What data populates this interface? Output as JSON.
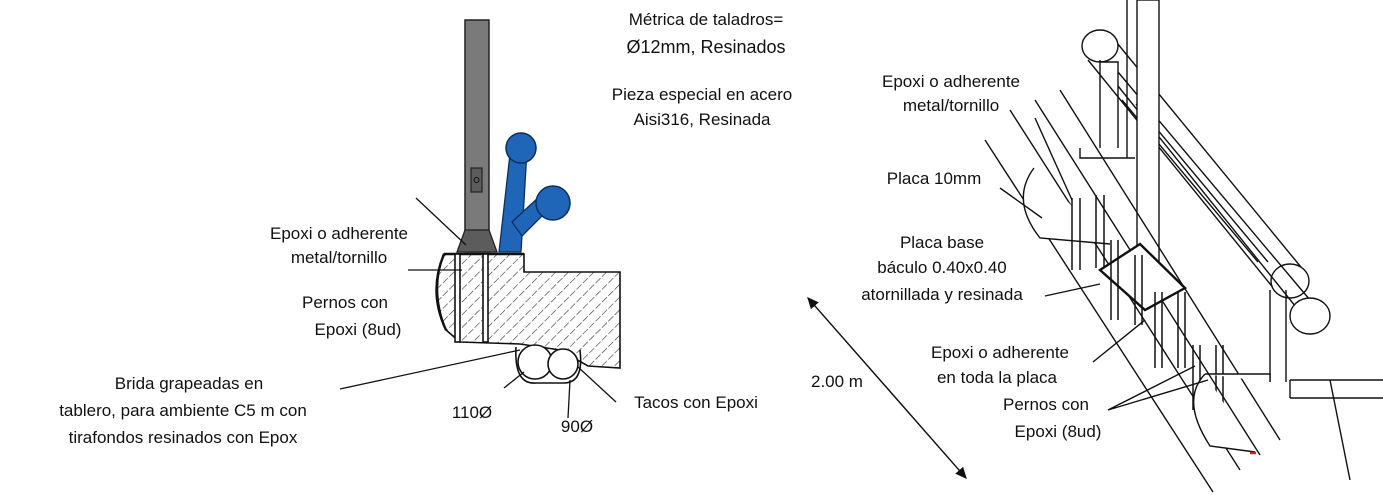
{
  "drawing": {
    "colors": {
      "line": "#111111",
      "steel_blue": "#1f66b8",
      "pole_grey": "#7a7a7a",
      "pole_dark": "#5c5c5c",
      "hatch": "#333333"
    },
    "top_notes": {
      "drill_line1": "Métrica de taladros=",
      "drill_line2": "Ø12mm, Resinados",
      "piece_line1": "Pieza especial en acero",
      "piece_line2": "Aisi316, Resinada"
    },
    "section_view": {
      "epoxi_line1": "Epoxi o adherente",
      "epoxi_line2": "metal/tornillo",
      "pernos_line1": "Pernos con",
      "pernos_line2": "Epoxi  (8ud)",
      "brida_line1": "Brida grapeadas en",
      "brida_line2": "tablero, para ambiente C5 m con",
      "brida_line3": "tirafondos resinados con Epox",
      "dia_110": "110Ø",
      "dia_90": "90Ø",
      "tacos": "Tacos con Epoxi"
    },
    "iso_view": {
      "epoxi_line1": "Epoxi o adherente",
      "epoxi_line2": "metal/tornillo",
      "placa10": "Placa 10mm",
      "base_line1": "Placa base",
      "base_line2": "báculo 0.40x0.40",
      "base_line3": "atornillada y resinada",
      "epoxi_placa_line1": "Epoxi o adherente",
      "epoxi_placa_line2": "en toda la placa",
      "pernos_line1": "Pernos con",
      "pernos_line2": "Epoxi  (8ud)",
      "dimension": "2.00 m"
    }
  }
}
